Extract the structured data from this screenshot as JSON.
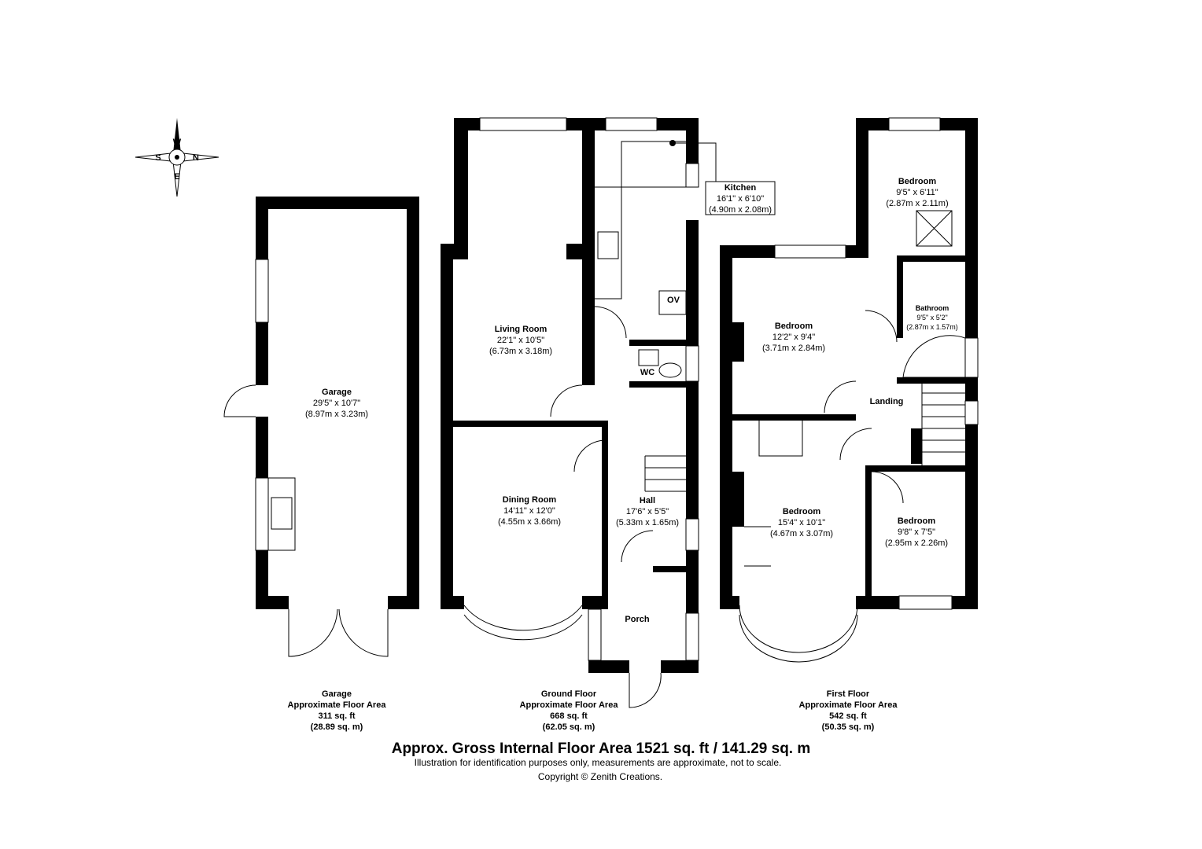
{
  "compass": {
    "north": "N",
    "south": "S",
    "east": "E",
    "west": "W"
  },
  "rooms": {
    "kitchen": {
      "name": "Kitchen",
      "imperial": "16'1\" x 6'10\"",
      "metric": "(4.90m x 2.08m)"
    },
    "living_room": {
      "name": "Living Room",
      "imperial": "22'1\" x 10'5\"",
      "metric": "(6.73m x 3.18m)"
    },
    "dining_room": {
      "name": "Dining Room",
      "imperial": "14'11\" x 12'0\"",
      "metric": "(4.55m x 3.66m)"
    },
    "hall": {
      "name": "Hall",
      "imperial": "17'6\" x 5'5\"",
      "metric": "(5.33m x 1.65m)"
    },
    "porch": {
      "name": "Porch"
    },
    "wc": {
      "name": "WC"
    },
    "oven": {
      "name": "OV"
    },
    "garage": {
      "name": "Garage",
      "imperial": "29'5\" x 10'7\"",
      "metric": "(8.97m x 3.23m)"
    },
    "bedroom_front_left": {
      "name": "Bedroom",
      "imperial": "12'2\" x 9'4\"",
      "metric": "(3.71m x 2.84m)"
    },
    "bedroom_rear": {
      "name": "Bedroom",
      "imperial": "9'5\" x 6'11\"",
      "metric": "(2.87m x 2.11m)"
    },
    "bathroom": {
      "name": "Bathroom",
      "imperial": "9'5\" x 5'2\"",
      "metric": "(2.87m x 1.57m)"
    },
    "landing": {
      "name": "Landing"
    },
    "bedroom_bay": {
      "name": "Bedroom",
      "imperial": "15'4\" x 10'1\"",
      "metric": "(4.67m x 3.07m)"
    },
    "bedroom_small": {
      "name": "Bedroom",
      "imperial": "9'8\" x 7'5\"",
      "metric": "(2.95m x 2.26m)"
    }
  },
  "floor_areas": {
    "garage": {
      "name": "Garage",
      "label": "Approximate Floor Area",
      "sqft": "311 sq. ft",
      "sqm": "(28.89 sq. m)"
    },
    "ground": {
      "name": "Ground Floor",
      "label": "Approximate Floor Area",
      "sqft": "668 sq. ft",
      "sqm": "(62.05 sq. m)"
    },
    "first": {
      "name": "First Floor",
      "label": "Approximate Floor Area",
      "sqft": "542 sq. ft",
      "sqm": "(50.35 sq. m)"
    }
  },
  "footer": {
    "total": "Approx. Gross Internal Floor Area 1521 sq. ft / 141.29 sq. m",
    "disclaimer": "Illustration for identification purposes only, measurements are approximate, not to scale.",
    "copyright": "Copyright © Zenith Creations."
  }
}
